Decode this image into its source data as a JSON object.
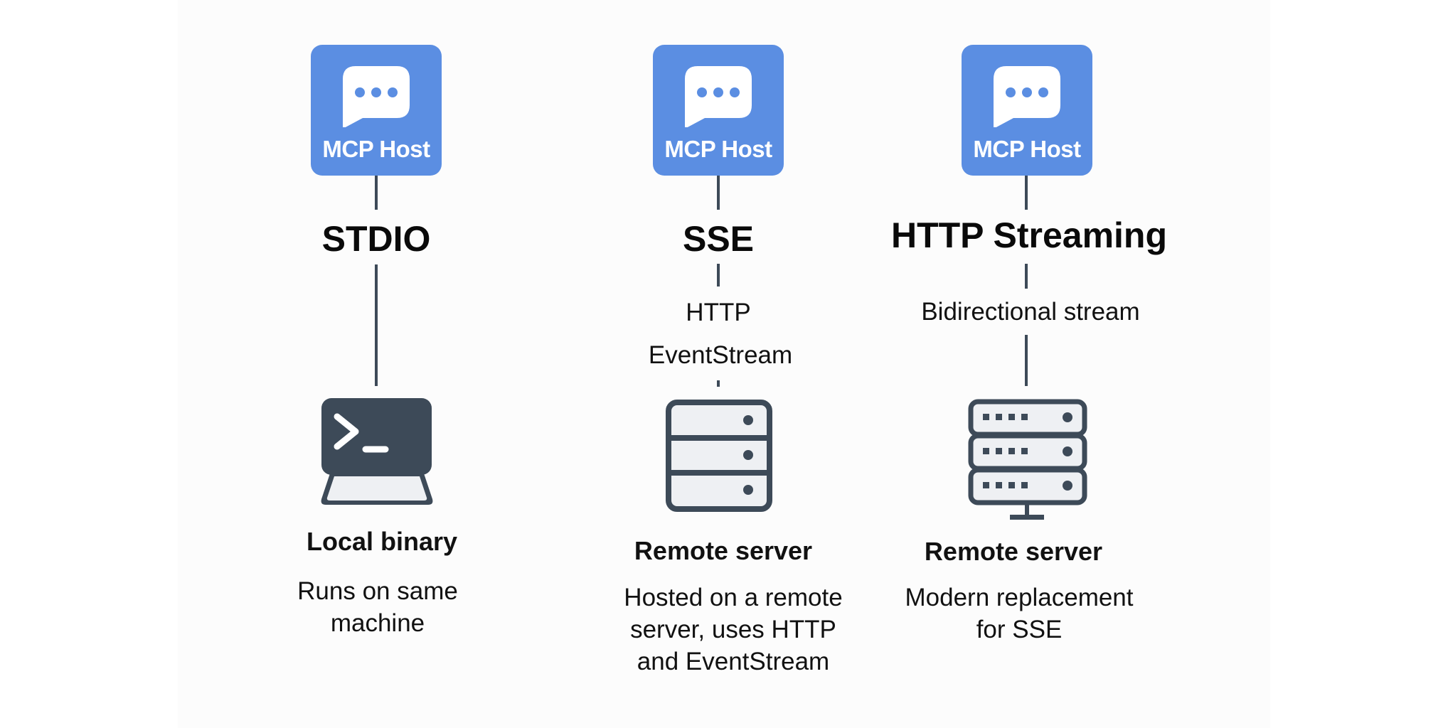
{
  "colors": {
    "host_blue": "#5b8ee2",
    "icon_dark": "#3d4a58",
    "icon_light": "#eef0f3"
  },
  "columns": [
    {
      "host_label": "MCP Host",
      "host_icon": "chat-bubble-icon",
      "transport": "STDIO",
      "connection_labels": [],
      "device_icon": "terminal-laptop-icon",
      "device_title": "Local binary",
      "description_lines": [
        "Runs on same",
        "machine"
      ]
    },
    {
      "host_label": "MCP Host",
      "host_icon": "chat-bubble-icon",
      "transport": "SSE",
      "connection_labels": [
        "HTTP",
        "EventStream"
      ],
      "device_icon": "server-icon",
      "device_title": "Remote server",
      "description_lines": [
        "Hosted on a remote",
        "server, uses HTTP",
        "and EventStream"
      ]
    },
    {
      "host_label": "MCP Host",
      "host_icon": "chat-bubble-icon",
      "transport": "HTTP Streaming",
      "connection_labels": [
        "Bidirectional stream"
      ],
      "device_icon": "server-rack-icon",
      "device_title": "Remote server",
      "description_lines": [
        "Modern replacement",
        "for SSE"
      ]
    }
  ]
}
